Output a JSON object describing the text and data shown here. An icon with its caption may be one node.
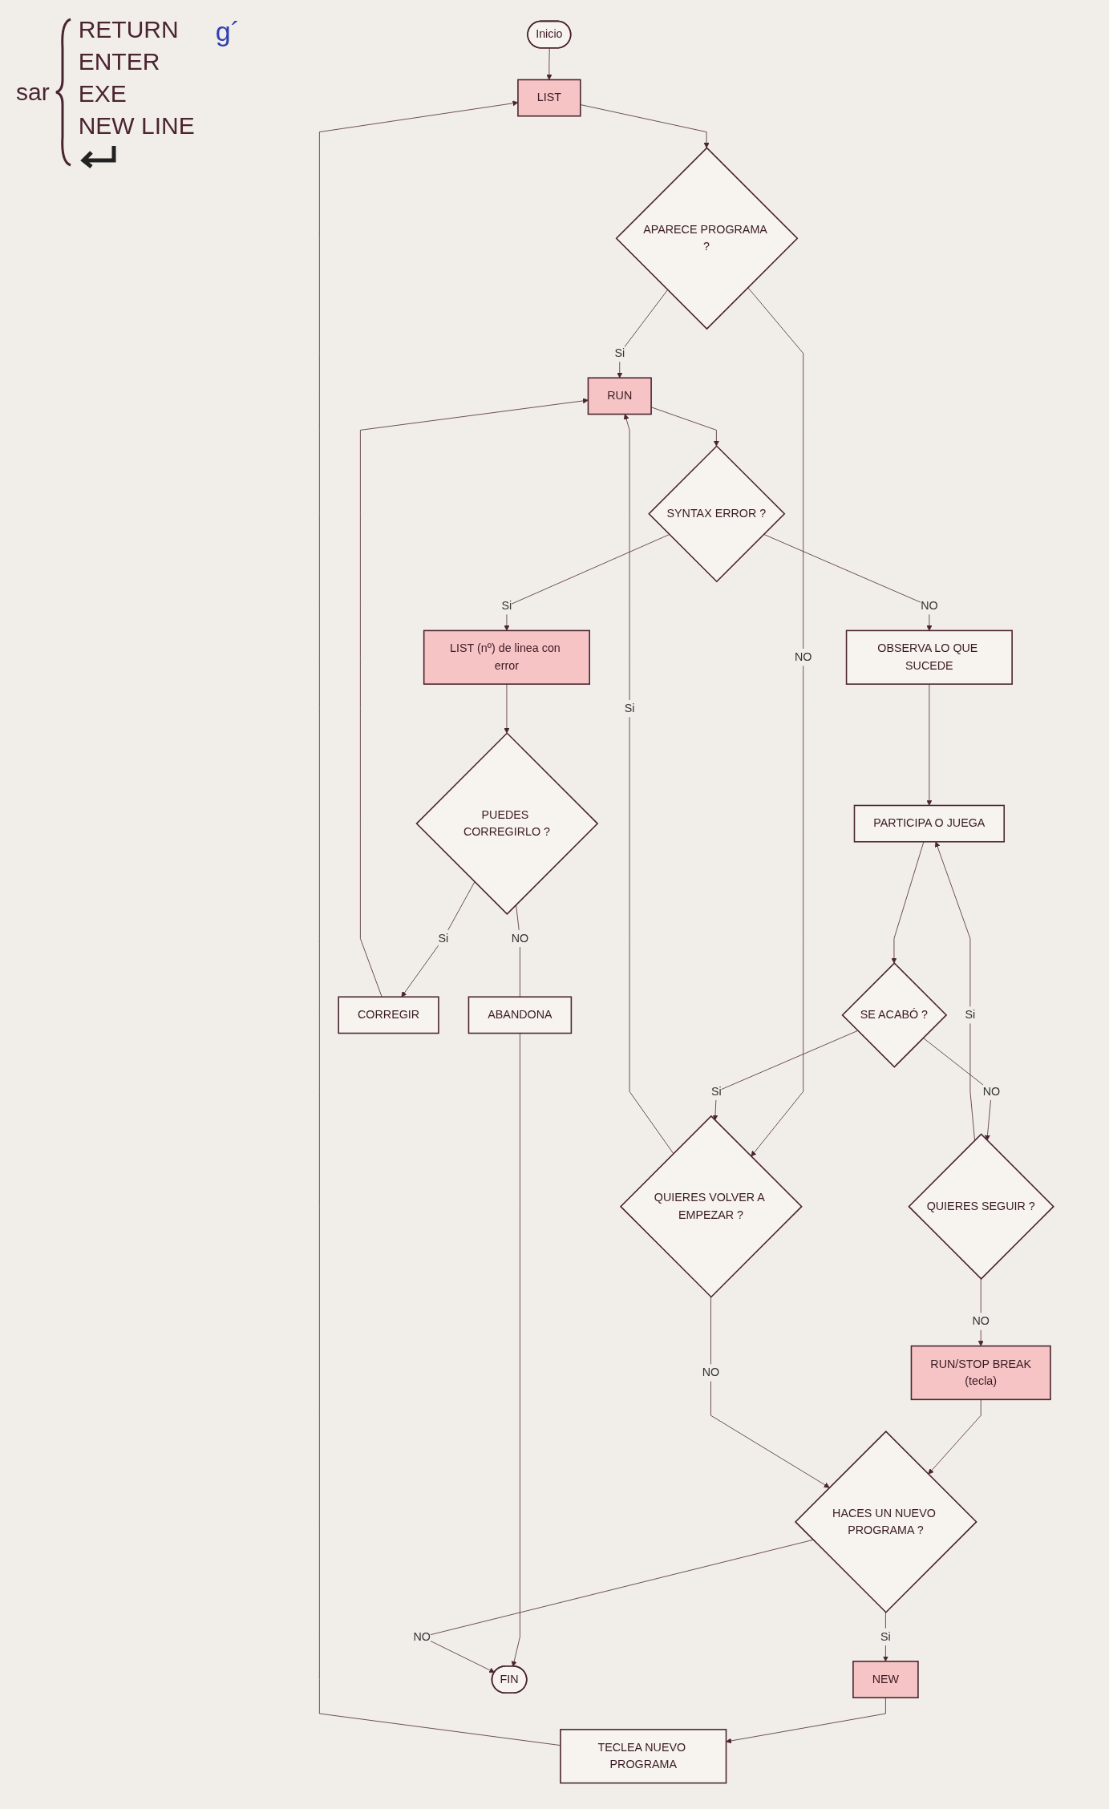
{
  "diagram": {
    "nodes": [
      {
        "text": [
          "Inicio"
        ]
      },
      {
        "text": [
          "LIST"
        ]
      },
      {
        "text": [
          "APARECE PROGRAMA ?"
        ]
      },
      {
        "text": [
          "RUN"
        ]
      },
      {
        "text": [
          "SYNTAX ERROR ?"
        ]
      },
      {
        "text": [
          "OBSERVA LO QUE SUCEDE"
        ]
      },
      {
        "text": [
          "LIST (nº) de linea con error"
        ]
      },
      {
        "text": [
          "PARTICIPA O JUEGA"
        ]
      },
      {
        "text": [
          "SE ACABÓ ?"
        ]
      },
      {
        "text": [
          "PUEDES CORREGIRLO ?"
        ]
      },
      {
        "text": [
          "QUIERES SEGUIR ?"
        ]
      },
      {
        "text": [
          "RUN/STOP BREAK",
          "(tecla)"
        ]
      },
      {
        "text": [
          "QUIERES VOLVER A EMPEZAR ?"
        ]
      },
      {
        "text": [
          "CORREGIR"
        ]
      },
      {
        "text": [
          "HACES UN NUEVO PROGRAMA ?"
        ]
      },
      {
        "text": [
          "ABANDONA"
        ]
      },
      {
        "text": [
          "NEW"
        ]
      },
      {
        "text": [
          "TECLEA NUEVO PROGRAMA"
        ]
      },
      {
        "text": [
          "FIN"
        ]
      }
    ],
    "edges": [
      {
        "from": 0,
        "to": 1,
        "arrow": "to"
      },
      {
        "from": 1,
        "to": 2,
        "arrow": "to"
      },
      {
        "from": 2,
        "to": 3,
        "label": "Si",
        "arrow": "to"
      },
      {
        "from": 2,
        "to": 12,
        "label": "NO",
        "arrow": "to"
      },
      {
        "from": 3,
        "to": 4,
        "arrow": "to"
      },
      {
        "from": 4,
        "to": 5,
        "label": "NO",
        "arrow": "to"
      },
      {
        "from": 4,
        "to": 6,
        "label": "Si",
        "arrow": "to"
      },
      {
        "from": 5,
        "to": 7,
        "arrow": "to"
      },
      {
        "from": 7,
        "to": 8,
        "arrow": "to"
      },
      {
        "from": 8,
        "to": 12,
        "label": "Si",
        "arrow": "to"
      },
      {
        "from": 8,
        "to": 10,
        "label": "NO",
        "arrow": "to"
      },
      {
        "from": 10,
        "to": 7,
        "label": "Si",
        "arrow": "to"
      },
      {
        "from": 10,
        "to": 11,
        "label": "NO",
        "arrow": "to"
      },
      {
        "from": 11,
        "to": 14,
        "arrow": "to"
      },
      {
        "from": 12,
        "to": 3,
        "label": "Si",
        "arrow": "to"
      },
      {
        "from": 12,
        "to": 14,
        "label": "NO",
        "arrow": "to"
      },
      {
        "from": 6,
        "to": 9,
        "arrow": "to"
      },
      {
        "from": 9,
        "to": 13,
        "label": "Si",
        "arrow": "to"
      },
      {
        "from": 9,
        "to": 15,
        "label": "NO",
        "arrow": "none"
      },
      {
        "from": 15,
        "to": 18,
        "arrow": "to"
      },
      {
        "from": 13,
        "to": 3,
        "arrow": "to"
      },
      {
        "from": 14,
        "to": 18,
        "label": "NO",
        "arrow": "to"
      },
      {
        "from": 14,
        "to": 16,
        "label": "Si",
        "arrow": "to"
      },
      {
        "from": 16,
        "to": 17,
        "arrow": "to"
      },
      {
        "from": 17,
        "to": 1,
        "arrow": "to"
      }
    ],
    "labels": [
      "sar",
      "RETURN",
      "ENTER",
      "EXE",
      "NEW LINE",
      "g´"
    ]
  }
}
